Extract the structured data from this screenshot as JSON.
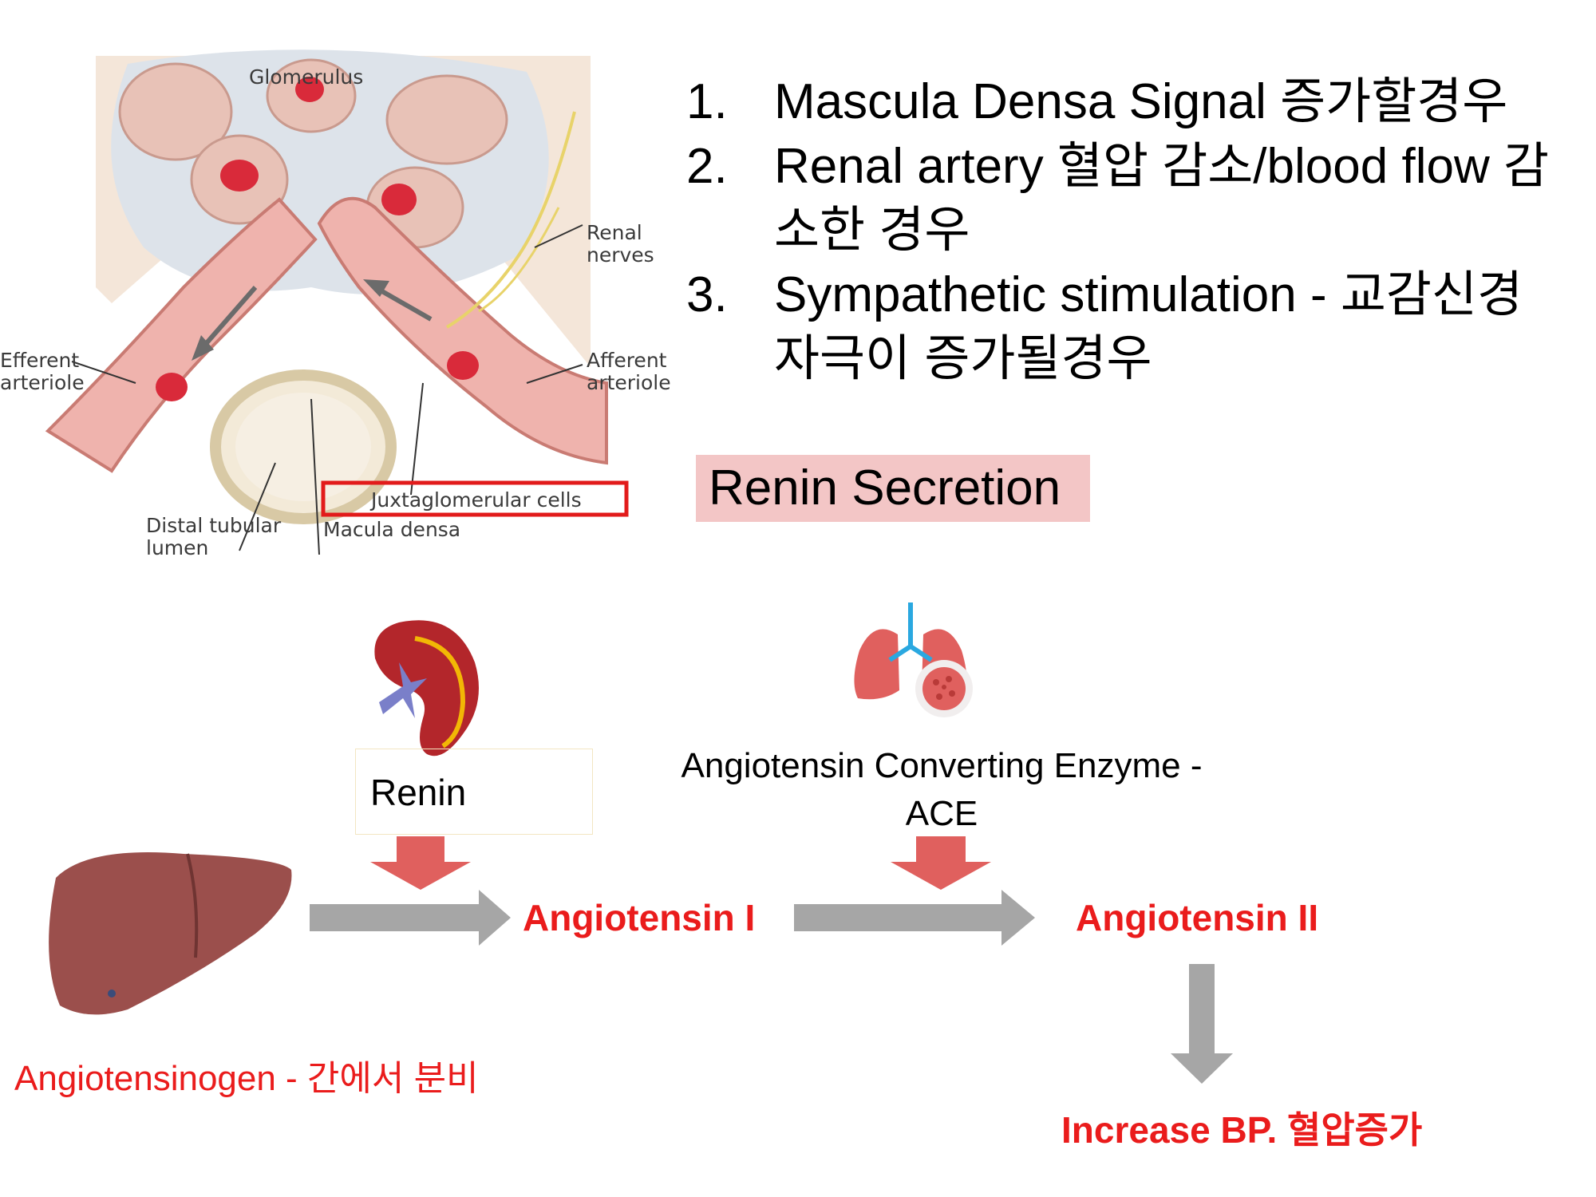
{
  "anatomy": {
    "labels": {
      "glomerulus": "Glomerulus",
      "renal_nerves": "Renal\nnerves",
      "efferent_arteriole": "Efferent\narteriole",
      "afferent_arteriole": "Afferent\narteriole",
      "juxtaglomerular_cells": "Juxtaglomerular cells",
      "distal_tubular_lumen": "Distal tubular\nlumen",
      "macula_densa": "Macula densa"
    }
  },
  "conditions": [
    {
      "num": "1.",
      "text": "Mascula Densa Signal 증가할경우"
    },
    {
      "num": "2.",
      "text": "Renal artery 혈압 감소/blood flow 감소한 경우"
    },
    {
      "num": "3.",
      "text": "Sympathetic stimulation - 교감신경 자극이 증가될경우"
    }
  ],
  "renin_secretion": "Renin Secretion",
  "pathway": {
    "renin": "Renin",
    "ace": "Angiotensin Converting Enzyme -\nACE",
    "angiotensin_1": "Angiotensin I",
    "angiotensin_2": "Angiotensin II",
    "angiotensinogen": "Angiotensinogen - 간에서 분비",
    "increase_bp": "Increase BP. 혈압증가"
  },
  "colors": {
    "red_text": "#ea1c1c",
    "gray_arrow": "#a6a6a6",
    "salmon_arrow": "#e0605e",
    "highlight": "#f3c6c6",
    "juxta_box_border": "#e21b1b"
  }
}
